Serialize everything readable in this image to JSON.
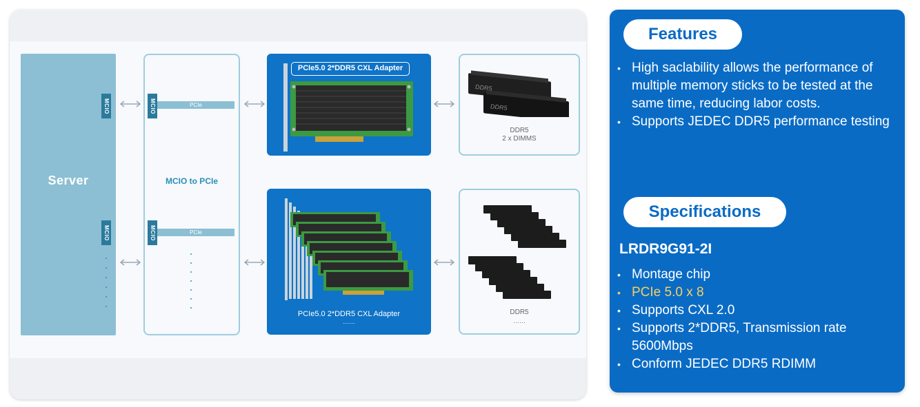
{
  "diagram": {
    "server_label": "Server",
    "mcio_tag": "MCIO",
    "mcio_to_pcie_label": "MCIO to PCIe",
    "pcie_label": "PCIe",
    "top_card_title": "PCIe5.0 2*DDR5 CXL Adapter",
    "top_dimm_caption": "DDR5",
    "top_dimm_count": "2 x DIMMS",
    "bottom_card_caption": "PCIe5.0 2*DDR5 CXL Adapter",
    "bottom_card_ellipsis": "……",
    "bottom_dimm_caption": "DDR5",
    "bottom_dimm_ellipsis": "……",
    "dimm_chip_label": "DDR5"
  },
  "features": {
    "title": "Features",
    "items": [
      "High saclability allows the performance of multiple memory sticks to be tested at the same time, reducing labor costs.",
      "Supports JEDEC DDR5 performance testing"
    ]
  },
  "specifications": {
    "title": "Specifications",
    "model": "LRDR9G91-2I",
    "items": [
      "Montage  chip",
      "PCIe 5.0 x 8",
      "Supports CXL 2.0",
      "Supports 2*DDR5, Transmission rate 5600Mbps",
      "Conform JEDEC DDR5  RDIMM"
    ]
  },
  "colors": {
    "accent_blue": "#0a6bc5",
    "card_blue": "#0f73c7",
    "server_blue": "#8cbfd3",
    "highlight_yellow": "#f7d060"
  }
}
